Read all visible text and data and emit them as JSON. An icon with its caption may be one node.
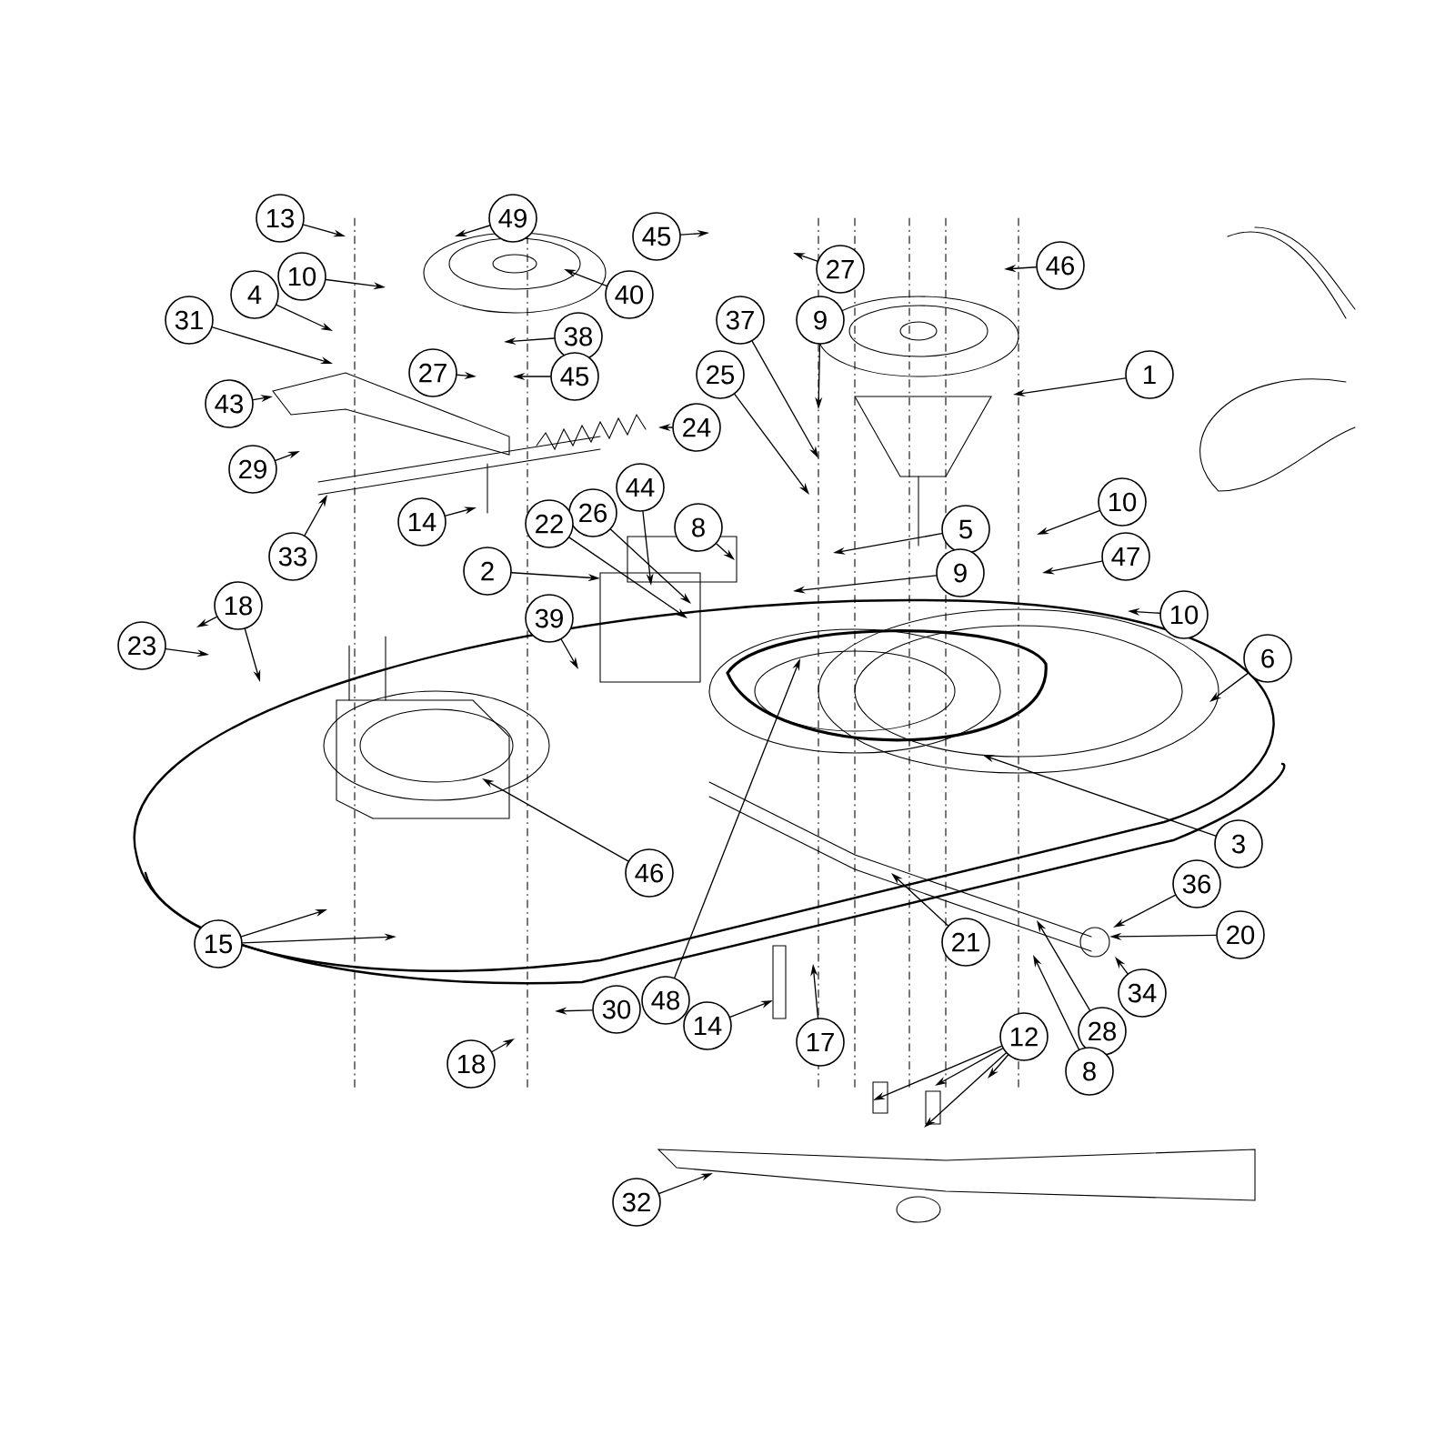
{
  "diagram": {
    "nodes": [
      {
        "text": [
          "13"
        ]
      },
      {
        "text": [
          "10"
        ]
      },
      {
        "text": [
          "4"
        ]
      },
      {
        "text": [
          "31"
        ]
      },
      {
        "text": [
          "43"
        ]
      },
      {
        "text": [
          "29"
        ]
      },
      {
        "text": [
          "33"
        ]
      },
      {
        "text": [
          "14"
        ]
      },
      {
        "text": [
          "49"
        ]
      },
      {
        "text": [
          "40"
        ]
      },
      {
        "text": [
          "38"
        ]
      },
      {
        "text": [
          "27"
        ]
      },
      {
        "text": [
          "45"
        ]
      },
      {
        "text": [
          "24"
        ]
      },
      {
        "text": [
          "45"
        ]
      },
      {
        "text": [
          "27"
        ]
      },
      {
        "text": [
          "37"
        ]
      },
      {
        "text": [
          "9"
        ]
      },
      {
        "text": [
          "25"
        ]
      },
      {
        "text": [
          "26"
        ]
      },
      {
        "text": [
          "44"
        ]
      },
      {
        "text": [
          "8"
        ]
      },
      {
        "text": [
          "22"
        ]
      },
      {
        "text": [
          "2"
        ]
      },
      {
        "text": [
          "39"
        ]
      },
      {
        "text": [
          "46"
        ]
      },
      {
        "text": [
          "1"
        ]
      },
      {
        "text": [
          "5"
        ]
      },
      {
        "text": [
          "9"
        ]
      },
      {
        "text": [
          "10"
        ]
      },
      {
        "text": [
          "47"
        ]
      },
      {
        "text": [
          "10"
        ]
      },
      {
        "text": [
          "6"
        ]
      },
      {
        "text": [
          "3"
        ]
      },
      {
        "text": [
          "36"
        ]
      },
      {
        "text": [
          "20"
        ]
      },
      {
        "text": [
          "34"
        ]
      },
      {
        "text": [
          "28"
        ]
      },
      {
        "text": [
          "8"
        ]
      },
      {
        "text": [
          "21"
        ]
      },
      {
        "text": [
          "12"
        ]
      },
      {
        "text": [
          "17"
        ]
      },
      {
        "text": [
          "14"
        ]
      },
      {
        "text": [
          "48"
        ]
      },
      {
        "text": [
          "30"
        ]
      },
      {
        "text": [
          "18"
        ]
      },
      {
        "text": [
          "15"
        ]
      },
      {
        "text": [
          "46"
        ]
      },
      {
        "text": [
          "18"
        ]
      },
      {
        "text": [
          "23"
        ]
      },
      {
        "text": [
          "32"
        ]
      }
    ],
    "edges": [
      {
        "from": 0,
        "to": null,
        "arrow": "to"
      },
      {
        "from": 1,
        "to": null,
        "arrow": "to"
      },
      {
        "from": 2,
        "to": null,
        "arrow": "to"
      },
      {
        "from": 3,
        "to": null,
        "arrow": "to"
      },
      {
        "from": 4,
        "to": null,
        "arrow": "to"
      },
      {
        "from": 5,
        "to": null,
        "arrow": "to"
      },
      {
        "from": 6,
        "to": null,
        "arrow": "to"
      },
      {
        "from": 7,
        "to": null,
        "arrow": "to"
      },
      {
        "from": 8,
        "to": null,
        "arrow": "to"
      },
      {
        "from": 9,
        "to": null,
        "arrow": "to"
      },
      {
        "from": 10,
        "to": null,
        "arrow": "to"
      },
      {
        "from": 11,
        "to": null,
        "arrow": "to"
      },
      {
        "from": 12,
        "to": null,
        "arrow": "to"
      },
      {
        "from": 13,
        "to": null,
        "arrow": "to"
      },
      {
        "from": 14,
        "to": null,
        "arrow": "to"
      },
      {
        "from": 15,
        "to": null,
        "arrow": "to"
      },
      {
        "from": 16,
        "to": null,
        "arrow": "to"
      },
      {
        "from": 17,
        "to": null,
        "arrow": "to"
      },
      {
        "from": 18,
        "to": null,
        "arrow": "to"
      },
      {
        "from": 19,
        "to": null,
        "arrow": "to"
      },
      {
        "from": 20,
        "to": null,
        "arrow": "to"
      },
      {
        "from": 21,
        "to": null,
        "arrow": "to"
      },
      {
        "from": 22,
        "to": null,
        "arrow": "to"
      },
      {
        "from": 23,
        "to": null,
        "arrow": "to"
      },
      {
        "from": 24,
        "to": null,
        "arrow": "to"
      },
      {
        "from": 25,
        "to": null,
        "arrow": "to"
      },
      {
        "from": 26,
        "to": null,
        "arrow": "to"
      },
      {
        "from": 27,
        "to": null,
        "arrow": "to"
      },
      {
        "from": 28,
        "to": null,
        "arrow": "to"
      },
      {
        "from": 29,
        "to": null,
        "arrow": "to"
      },
      {
        "from": 30,
        "to": null,
        "arrow": "to"
      },
      {
        "from": 31,
        "to": null,
        "arrow": "to"
      },
      {
        "from": 32,
        "to": null,
        "arrow": "to"
      },
      {
        "from": 33,
        "to": null,
        "arrow": "to"
      },
      {
        "from": 34,
        "to": null,
        "arrow": "to"
      },
      {
        "from": 35,
        "to": null,
        "arrow": "to"
      },
      {
        "from": 36,
        "to": null,
        "arrow": "to"
      },
      {
        "from": 37,
        "to": null,
        "arrow": "to"
      },
      {
        "from": 38,
        "to": null,
        "arrow": "to"
      },
      {
        "from": 39,
        "to": null,
        "arrow": "to"
      },
      {
        "from": 40,
        "to": null,
        "arrow": "to"
      },
      {
        "from": 40,
        "to": null,
        "arrow": "to"
      },
      {
        "from": 40,
        "to": null,
        "arrow": "to"
      },
      {
        "from": 40,
        "to": null,
        "arrow": "to"
      },
      {
        "from": 41,
        "to": null,
        "arrow": "to"
      },
      {
        "from": 42,
        "to": null,
        "arrow": "to"
      },
      {
        "from": 43,
        "to": null,
        "arrow": "to"
      },
      {
        "from": 44,
        "to": null,
        "arrow": "to"
      },
      {
        "from": 45,
        "to": null,
        "arrow": "to"
      },
      {
        "from": 46,
        "to": null,
        "arrow": "to"
      },
      {
        "from": 46,
        "to": null,
        "arrow": "to"
      },
      {
        "from": 47,
        "to": null,
        "arrow": "to"
      },
      {
        "from": 48,
        "to": null,
        "arrow": "to"
      },
      {
        "from": 48,
        "to": null,
        "arrow": "to"
      },
      {
        "from": 49,
        "to": null,
        "arrow": "to"
      },
      {
        "from": 50,
        "to": null,
        "arrow": "to"
      }
    ]
  }
}
